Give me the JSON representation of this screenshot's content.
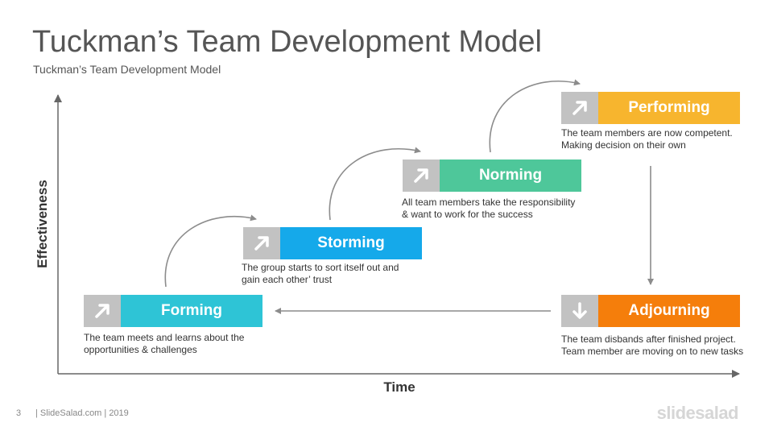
{
  "slide": {
    "title": "Tuckman’s Team Development Model",
    "subtitle": "Tuckman’s Team Development Model"
  },
  "axes": {
    "y_label": "Effectiveness",
    "x_label": "Time"
  },
  "stages": [
    {
      "label": "Forming",
      "color": "#2ec4d6",
      "icon": "arrow-up-right-icon",
      "description": "The team meets and learns about the opportunities & challenges"
    },
    {
      "label": "Storming",
      "color": "#15a9ea",
      "icon": "arrow-up-right-icon",
      "description": "The group starts to sort itself out and gain each other’ trust"
    },
    {
      "label": "Norming",
      "color": "#4ec79a",
      "icon": "arrow-up-right-icon",
      "description": "All team members take the responsibility & want to work for the success"
    },
    {
      "label": "Performing",
      "color": "#f7b52e",
      "icon": "arrow-up-right-icon",
      "description": "The team members are now competent. Making decision on their own"
    },
    {
      "label": "Adjourning",
      "color": "#f57e0b",
      "icon": "arrow-down-icon",
      "description": "The team disbands after finished project. Team member are moving on to new tasks"
    }
  ],
  "footer": {
    "page_number": "3",
    "text": "| SlideSalad.com | 2019",
    "brand": "slidesalad"
  }
}
